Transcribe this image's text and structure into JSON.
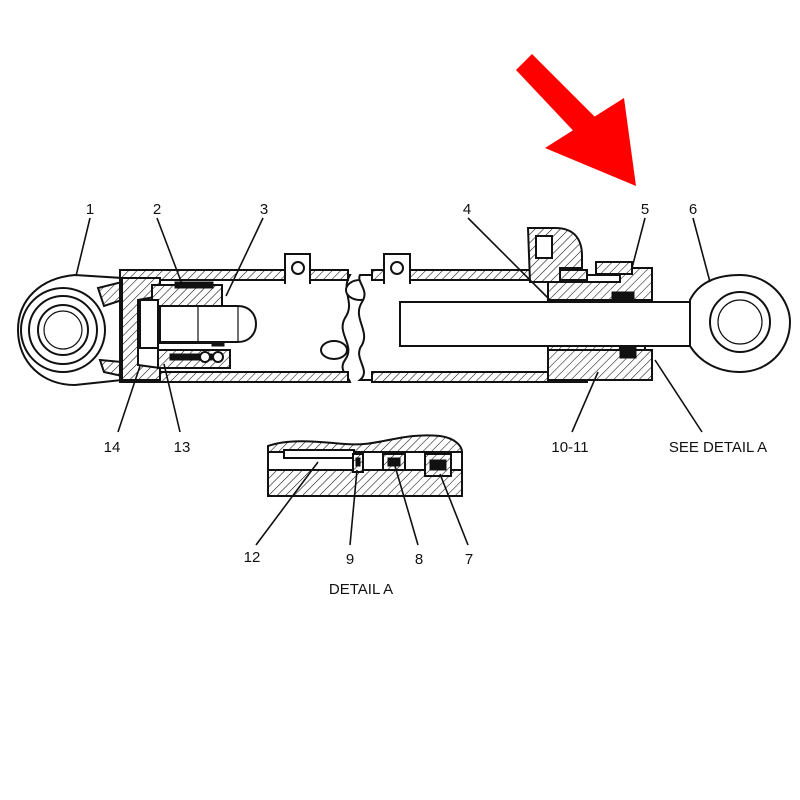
{
  "callouts": {
    "c1": "1",
    "c2": "2",
    "c3": "3",
    "c4": "4",
    "c5": "5",
    "c6": "6",
    "c7": "7",
    "c8": "8",
    "c9": "9",
    "c10_11": "10-11",
    "c12": "12",
    "c13": "13",
    "c14": "14"
  },
  "see_detail_label": "SEE DETAIL A",
  "detail_title": "DETAIL A",
  "colors": {
    "arrow": "#ff0000",
    "line": "#111111",
    "background": "#ffffff"
  },
  "icons": {
    "highlight_arrow": "arrow-down-right-icon"
  }
}
